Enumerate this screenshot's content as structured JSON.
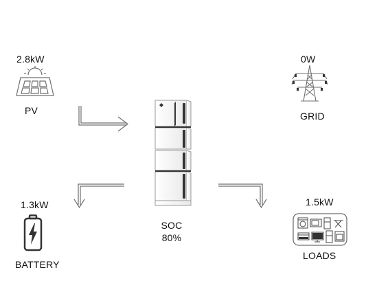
{
  "pv": {
    "power": "2.8kW",
    "label": "PV",
    "icon": "solar-panel-icon"
  },
  "grid": {
    "power": "0W",
    "label": "GRID",
    "icon": "power-tower-icon"
  },
  "battery": {
    "power": "1.3kW",
    "label": "BATTERY",
    "icon": "battery-charging-icon"
  },
  "loads": {
    "power": "1.5kW",
    "label": "LOADS",
    "icon": "household-appliances-icon"
  },
  "inverter": {
    "soc_label": "SOC",
    "soc_value": "80%",
    "icon": "battery-inverter-unit-icon"
  },
  "flows": {
    "pv_to_inverter": "arrow-right-icon",
    "inverter_to_battery": "arrow-down-icon",
    "inverter_to_loads": "arrow-down-icon"
  },
  "colors": {
    "stroke": "#6f6f6f",
    "dark": "#333333"
  }
}
